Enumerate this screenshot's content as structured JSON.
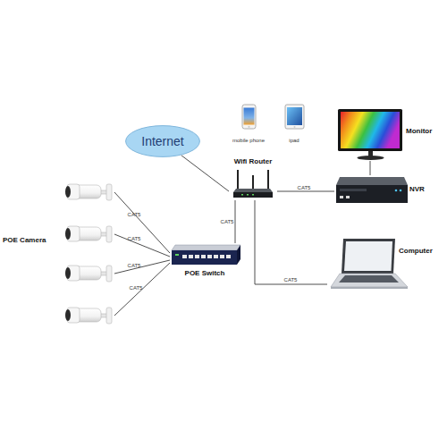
{
  "diagram": {
    "nodes": [
      {
        "text": [
          "mobile phone"
        ]
      },
      {
        "text": [
          "ipad"
        ]
      },
      {
        "text": [
          "Monitor"
        ]
      },
      {
        "text": [
          "Internet"
        ]
      },
      {
        "text": [
          "Wifi Router"
        ]
      },
      {
        "text": [
          "NVR"
        ]
      },
      {
        "text": [
          "POE Camera"
        ]
      },
      {
        "text": [
          "POE Switch"
        ]
      },
      {
        "text": [
          "Computer"
        ]
      }
    ],
    "edges": [
      {
        "from": 6,
        "to": 7,
        "label": "CAT5",
        "arrow": "none"
      },
      {
        "from": 6,
        "to": 7,
        "label": "CAT5",
        "arrow": "none"
      },
      {
        "from": 6,
        "to": 7,
        "label": "CAT5",
        "arrow": "none"
      },
      {
        "from": 6,
        "to": 7,
        "label": "CAT5",
        "arrow": "none"
      },
      {
        "from": 7,
        "to": 4,
        "label": "CAT5",
        "arrow": "none"
      },
      {
        "from": 3,
        "to": 4,
        "arrow": "none"
      },
      {
        "from": 4,
        "to": 5,
        "label": "CAT5",
        "arrow": "none"
      },
      {
        "from": 4,
        "to": 8,
        "label": "CAT5",
        "arrow": "none"
      },
      {
        "from": 2,
        "to": 5,
        "arrow": "none"
      }
    ]
  }
}
